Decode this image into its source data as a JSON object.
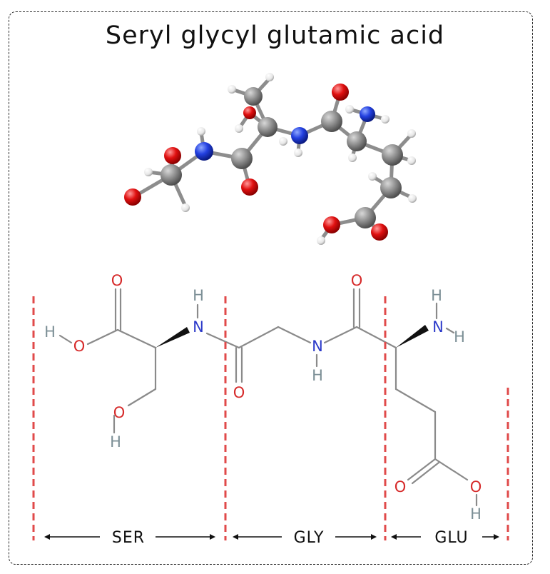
{
  "title": "Seryl glycyl glutamic acid",
  "atoms": {
    "O": "O",
    "N": "N",
    "H": "H"
  },
  "segments": [
    {
      "name": "SER"
    },
    {
      "name": "GLY"
    },
    {
      "name": "GLU"
    }
  ],
  "colors": {
    "oxygen": "#d62a2a",
    "nitrogen": "#2b39c9",
    "hydrogen_label": "#7c8f96",
    "carbon_ball": "#8a8a8a",
    "bond": "#7a7a7a",
    "divider": "#e04a4a"
  },
  "icons": [
    "ball-and-stick-3d-model",
    "skeletal-formula",
    "double-arrow"
  ]
}
